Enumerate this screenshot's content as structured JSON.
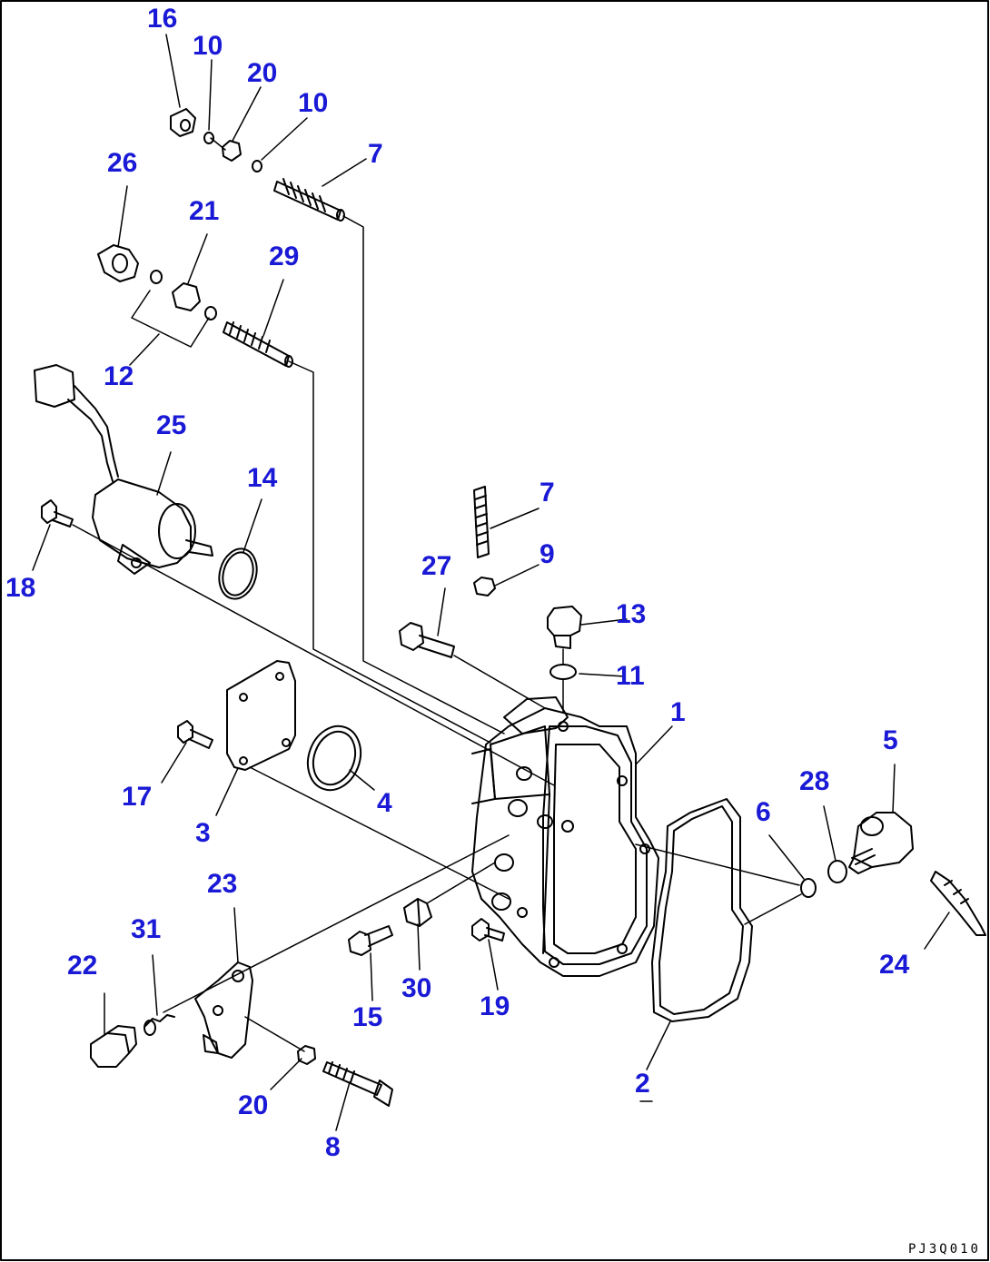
{
  "figure": {
    "reference_code": "PJ3Q010",
    "callout_color": "#1a1ad6",
    "line_color": "#000000"
  },
  "callouts": {
    "c1": "1",
    "c2": "2",
    "c3": "3",
    "c4": "4",
    "c5": "5",
    "c6": "6",
    "c7a": "7",
    "c7b": "7",
    "c8": "8",
    "c9": "9",
    "c10a": "10",
    "c10b": "10",
    "c11": "11",
    "c12": "12",
    "c13": "13",
    "c14": "14",
    "c15": "15",
    "c16": "16",
    "c17": "17",
    "c18": "18",
    "c19": "19",
    "c20a": "20",
    "c20b": "20",
    "c21": "21",
    "c22": "22",
    "c23": "23",
    "c24": "24",
    "c25": "25",
    "c26": "26",
    "c27": "27",
    "c28": "28",
    "c29": "29",
    "c30": "30",
    "c31": "31"
  }
}
